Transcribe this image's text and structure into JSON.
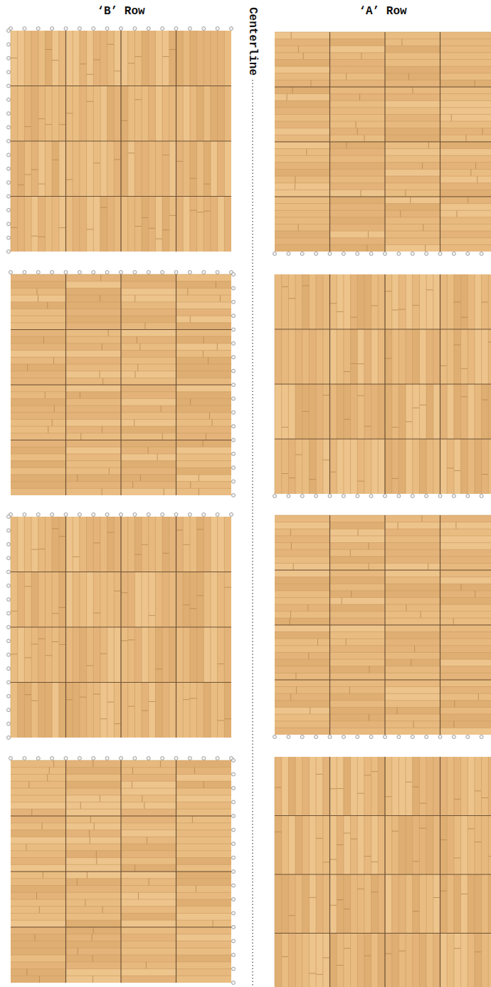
{
  "diagram": {
    "labels": [
      "‘B’ Row",
      "Centerline",
      "‘A’ Row"
    ]
  }
}
